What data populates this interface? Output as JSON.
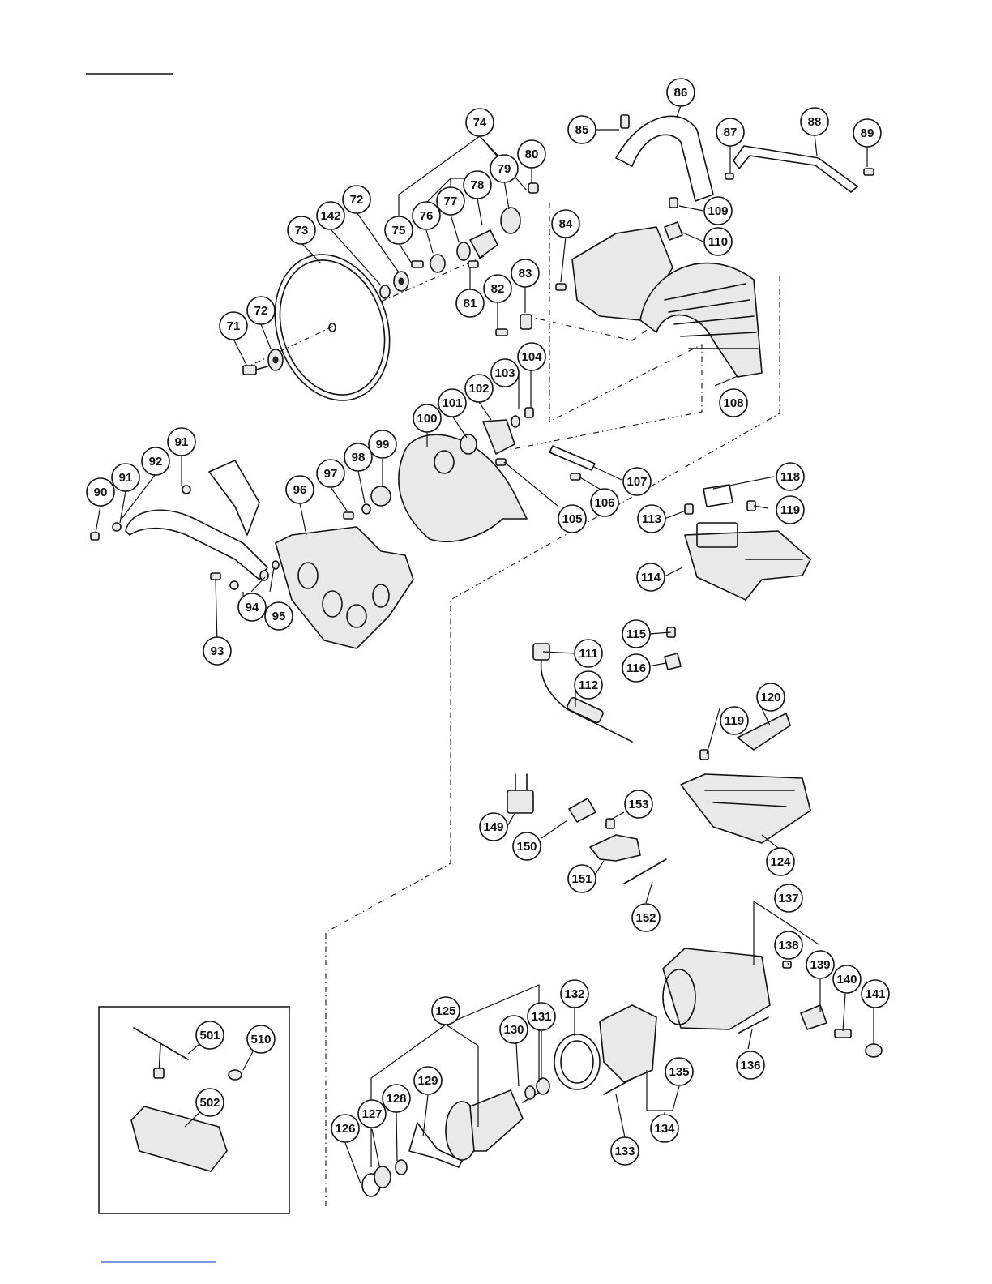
{
  "diagram": {
    "callouts": [
      {
        "id": "c71",
        "label": "71"
      },
      {
        "id": "c72a",
        "label": "72"
      },
      {
        "id": "c72b",
        "label": "72"
      },
      {
        "id": "c73",
        "label": "73"
      },
      {
        "id": "c142",
        "label": "142"
      },
      {
        "id": "c74",
        "label": "74"
      },
      {
        "id": "c75",
        "label": "75"
      },
      {
        "id": "c76",
        "label": "76"
      },
      {
        "id": "c77",
        "label": "77"
      },
      {
        "id": "c78",
        "label": "78"
      },
      {
        "id": "c79",
        "label": "79"
      },
      {
        "id": "c80",
        "label": "80"
      },
      {
        "id": "c81",
        "label": "81"
      },
      {
        "id": "c82",
        "label": "82"
      },
      {
        "id": "c83",
        "label": "83"
      },
      {
        "id": "c84",
        "label": "84"
      },
      {
        "id": "c85",
        "label": "85"
      },
      {
        "id": "c86",
        "label": "86"
      },
      {
        "id": "c87",
        "label": "87"
      },
      {
        "id": "c88",
        "label": "88"
      },
      {
        "id": "c89",
        "label": "89"
      },
      {
        "id": "c109",
        "label": "109"
      },
      {
        "id": "c110",
        "label": "110"
      },
      {
        "id": "c108",
        "label": "108"
      },
      {
        "id": "c103",
        "label": "103"
      },
      {
        "id": "c104",
        "label": "104"
      },
      {
        "id": "c102",
        "label": "102"
      },
      {
        "id": "c101",
        "label": "101"
      },
      {
        "id": "c100",
        "label": "100"
      },
      {
        "id": "c99",
        "label": "99"
      },
      {
        "id": "c98",
        "label": "98"
      },
      {
        "id": "c97",
        "label": "97"
      },
      {
        "id": "c96",
        "label": "96"
      },
      {
        "id": "c91a",
        "label": "91"
      },
      {
        "id": "c91b",
        "label": "91"
      },
      {
        "id": "c92",
        "label": "92"
      },
      {
        "id": "c90",
        "label": "90"
      },
      {
        "id": "c93",
        "label": "93"
      },
      {
        "id": "c94",
        "label": "94"
      },
      {
        "id": "c95",
        "label": "95"
      },
      {
        "id": "c105",
        "label": "105"
      },
      {
        "id": "c106",
        "label": "106"
      },
      {
        "id": "c107",
        "label": "107"
      },
      {
        "id": "c118",
        "label": "118"
      },
      {
        "id": "c113",
        "label": "113"
      },
      {
        "id": "c119a",
        "label": "119"
      },
      {
        "id": "c114",
        "label": "114"
      },
      {
        "id": "c115",
        "label": "115"
      },
      {
        "id": "c116",
        "label": "116"
      },
      {
        "id": "c111",
        "label": "111"
      },
      {
        "id": "c112",
        "label": "112"
      },
      {
        "id": "c120",
        "label": "120"
      },
      {
        "id": "c119b",
        "label": "119"
      },
      {
        "id": "c124",
        "label": "124"
      },
      {
        "id": "c153",
        "label": "153"
      },
      {
        "id": "c149",
        "label": "149"
      },
      {
        "id": "c150",
        "label": "150"
      },
      {
        "id": "c151",
        "label": "151"
      },
      {
        "id": "c152",
        "label": "152"
      },
      {
        "id": "c137",
        "label": "137"
      },
      {
        "id": "c138",
        "label": "138"
      },
      {
        "id": "c139",
        "label": "139"
      },
      {
        "id": "c140",
        "label": "140"
      },
      {
        "id": "c141",
        "label": "141"
      },
      {
        "id": "c136",
        "label": "136"
      },
      {
        "id": "c125",
        "label": "125"
      },
      {
        "id": "c130",
        "label": "130"
      },
      {
        "id": "c131",
        "label": "131"
      },
      {
        "id": "c132",
        "label": "132"
      },
      {
        "id": "c135",
        "label": "135"
      },
      {
        "id": "c134",
        "label": "134"
      },
      {
        "id": "c133",
        "label": "133"
      },
      {
        "id": "c129",
        "label": "129"
      },
      {
        "id": "c128",
        "label": "128"
      },
      {
        "id": "c127",
        "label": "127"
      },
      {
        "id": "c126",
        "label": "126"
      },
      {
        "id": "c501",
        "label": "501"
      },
      {
        "id": "c510",
        "label": "510"
      },
      {
        "id": "c502",
        "label": "502"
      }
    ]
  }
}
